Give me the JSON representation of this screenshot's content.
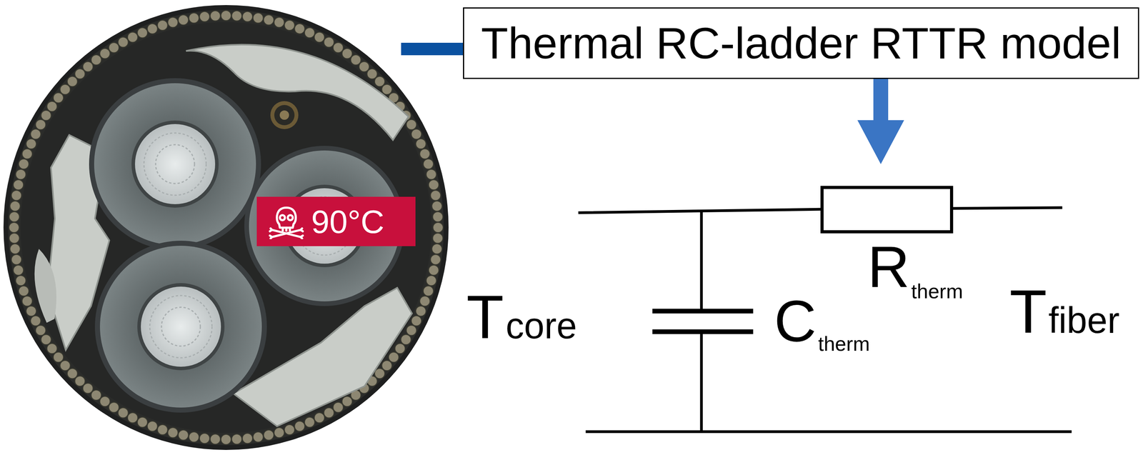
{
  "diagram": {
    "nodes": [
      {
        "text": [
          "Thermal RC-ladder RTTR model"
        ]
      },
      {
        "text": [
          "90°C"
        ]
      }
    ],
    "labels": [
      "T",
      "core",
      "C",
      "therm",
      "R",
      "therm",
      "T",
      "fiber"
    ]
  }
}
